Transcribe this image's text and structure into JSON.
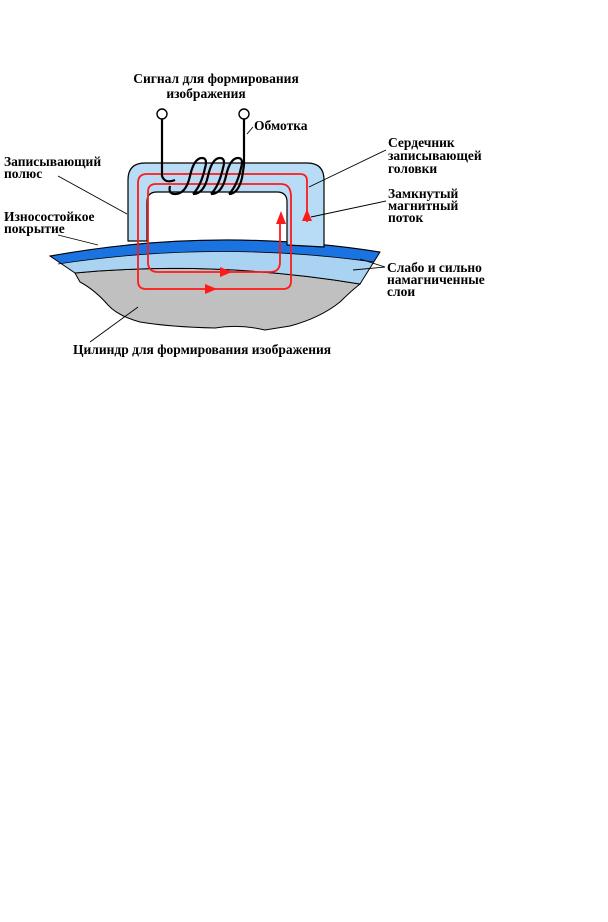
{
  "labels": {
    "signal_line1": "Сигнал для формирования",
    "signal_line2": "изображения",
    "winding": "Обмотка",
    "core_line1": "Сердечник",
    "core_line2": "записывающей",
    "core_line3": "головки",
    "pole_line1": "Записывающий",
    "pole_line2": "полюс",
    "flux_line1": "Замкнутый",
    "flux_line2": "магнитный",
    "flux_line3": "поток",
    "coating_line1": "Износостойкое",
    "coating_line2": "покрытие",
    "layers_line1": "Слабо и сильно",
    "layers_line2": "намагниченные",
    "layers_line3": "слои",
    "cylinder": "Цилиндр для формирования изображения"
  },
  "colors": {
    "core_fill": "#b8dcf5",
    "strong_layer": "#1a73e0",
    "weak_layer": "#a9d3f0",
    "cylinder": "#c0c0c0",
    "flux": "#ff1a1a",
    "winding": "#000000"
  }
}
